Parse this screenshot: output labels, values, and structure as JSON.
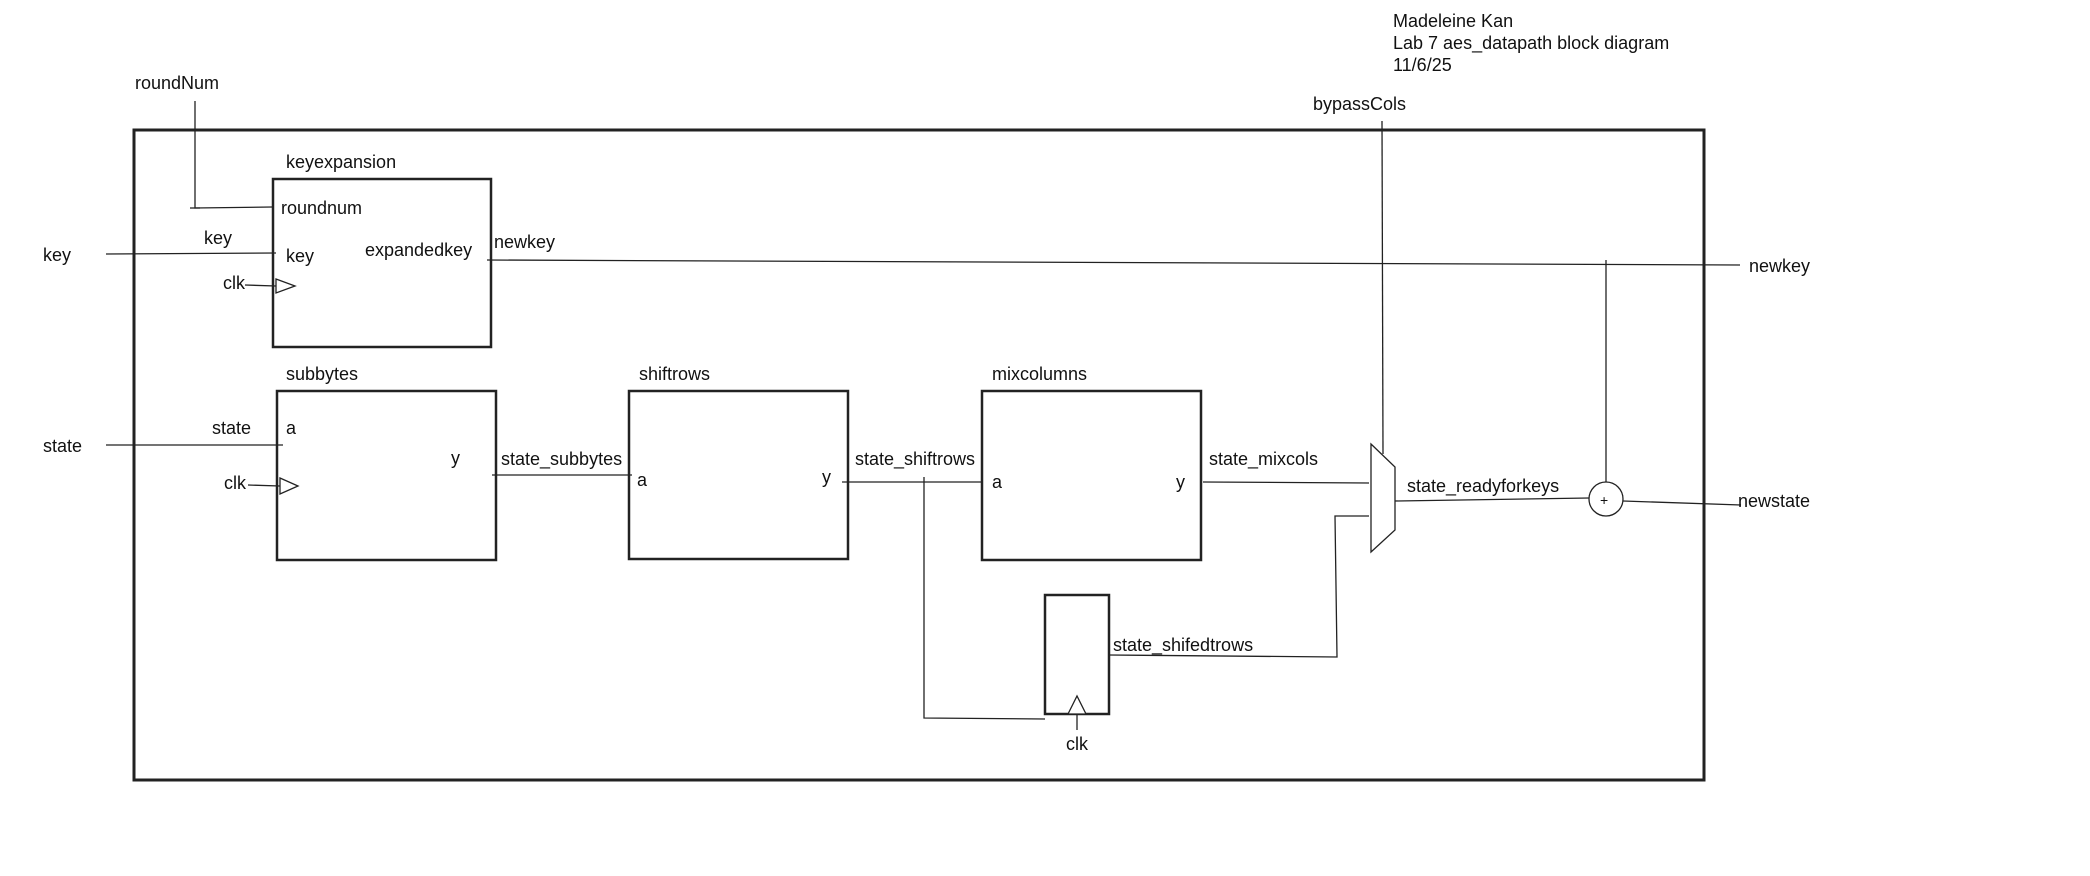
{
  "title_block": {
    "author": "Madeleine Kan",
    "title": "Lab 7 aes_datapath block diagram",
    "date": "11/6/25"
  },
  "external_ports": {
    "roundNum": "roundNum",
    "key": "key",
    "state": "state",
    "bypassCols": "bypassCols",
    "newkey": "newkey",
    "newstate": "newstate"
  },
  "modules": {
    "keyexpansion": {
      "name": "keyexpansion",
      "ports": {
        "roundnum": "roundnum",
        "key": "key",
        "expandedkey": "expandedkey"
      },
      "clk_label": "clk",
      "input_wire_label": "key",
      "output_wire_label": "newkey"
    },
    "subbytes": {
      "name": "subbytes",
      "ports": {
        "a": "a",
        "y": "y"
      },
      "clk_label": "clk",
      "input_wire_label": "state"
    },
    "shiftrows": {
      "name": "shiftrows",
      "ports": {
        "a": "a",
        "y": "y"
      }
    },
    "mixcolumns": {
      "name": "mixcolumns",
      "ports": {
        "a": "a",
        "y": "y"
      }
    },
    "register": {
      "clk_label": "clk"
    },
    "adder": {
      "symbol": "+"
    }
  },
  "signals": {
    "state_subbytes": "state_subbytes",
    "state_shiftrows": "state_shiftrows",
    "state_mixcols": "state_mixcols",
    "state_shifedtrows": "state_shifedtrows",
    "state_readyforkeys": "state_readyforkeys"
  }
}
